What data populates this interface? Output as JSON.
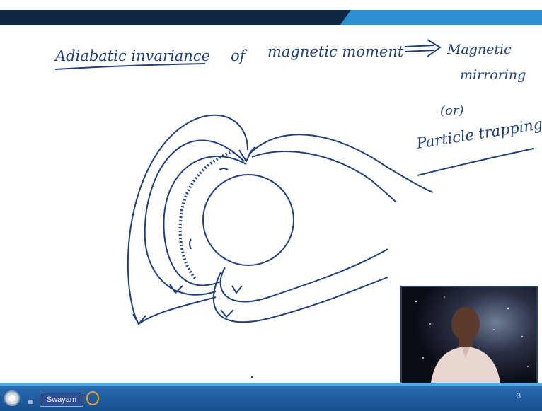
{
  "slide": {
    "title_left": "Adiabatic invariance",
    "title_of": "of",
    "title_middle": "magnetic moment",
    "title_right_line1": "Magnetic",
    "title_right_line2": "mirroring",
    "or_text": "(or)",
    "particle_trapping": "Particle trapping"
  },
  "footer": {
    "brand": "Swayam",
    "page_number": "3"
  },
  "colors": {
    "ink": "#1f3f7a",
    "top_bar_dark": "#0f2742",
    "top_bar_light": "#2e8fd0",
    "footer_blue": "#2c6fb6"
  }
}
